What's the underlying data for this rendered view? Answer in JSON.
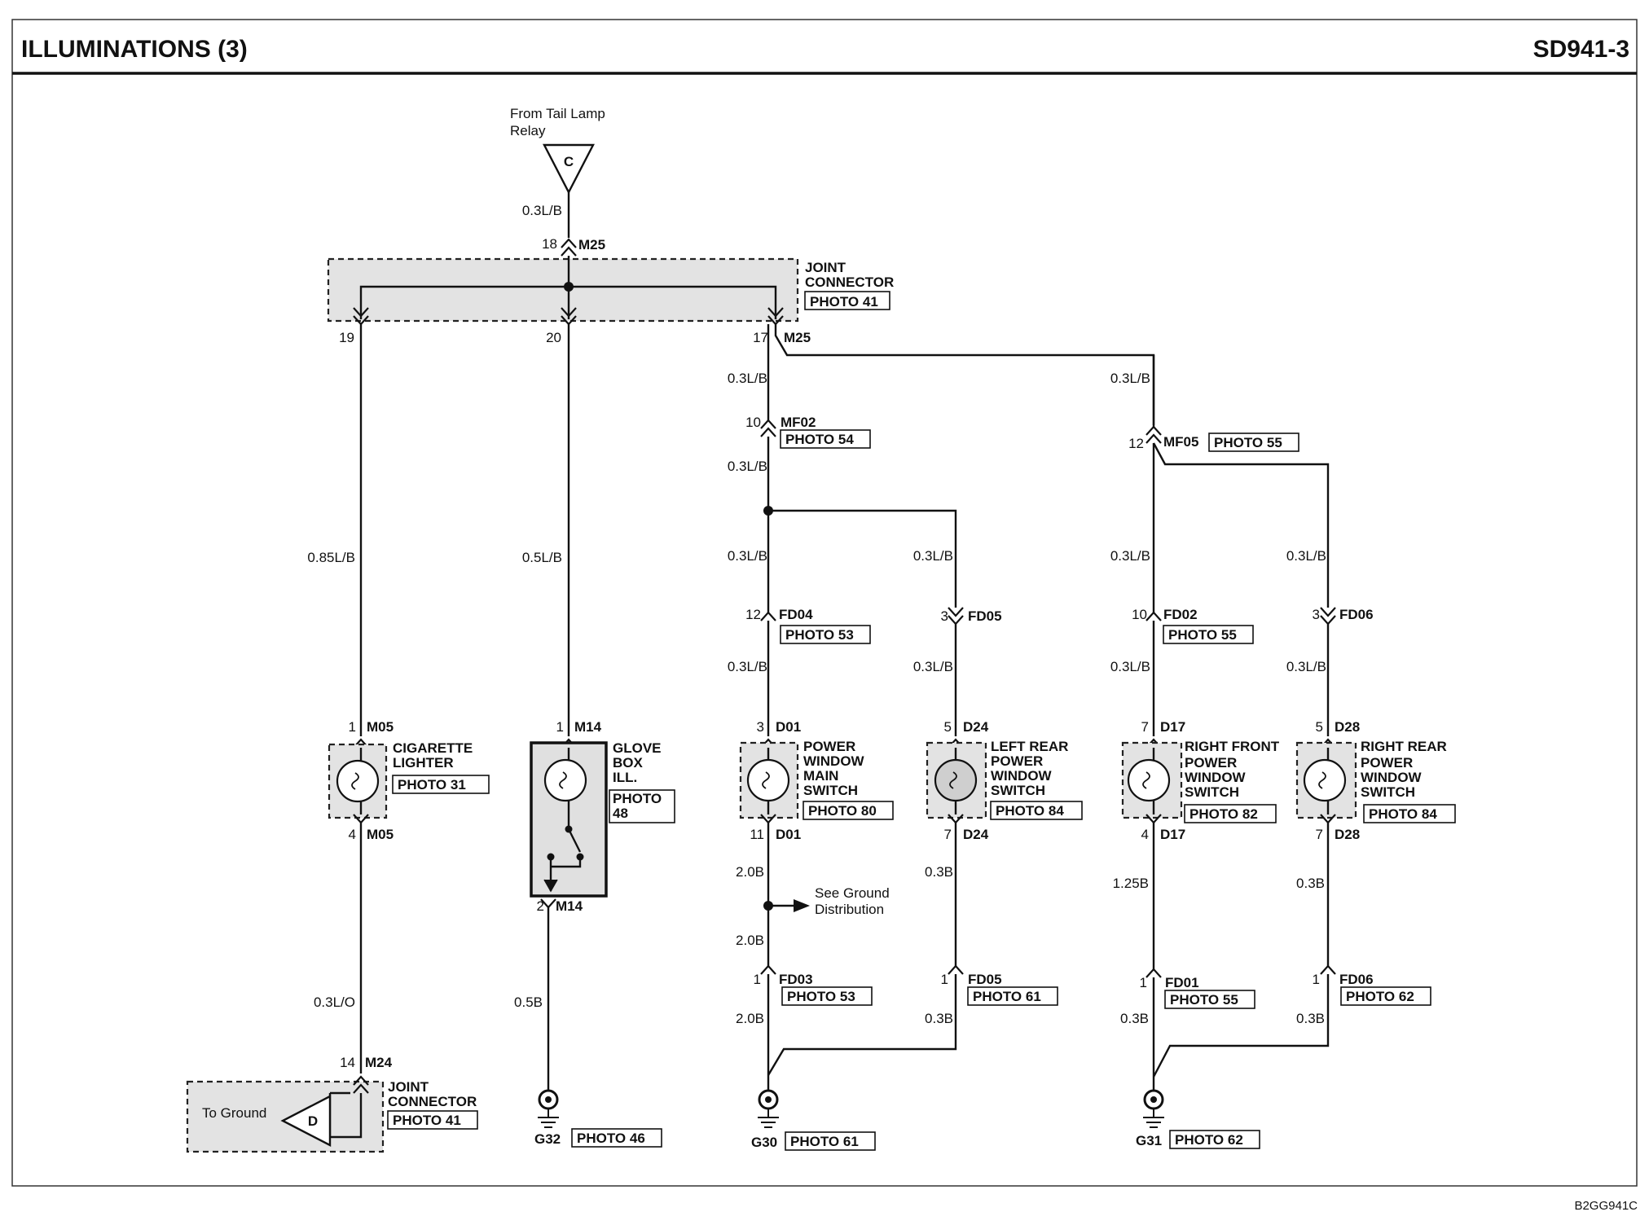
{
  "header": {
    "title": "ILLUMINATIONS (3)",
    "code": "SD941-3"
  },
  "footer": {
    "ref": "B2GG941C"
  },
  "source": {
    "line1": "From Tail Lamp",
    "line2": "Relay",
    "letter": "C"
  },
  "top_connector": {
    "wire": "0.3L/B",
    "pin_in": "18",
    "name": "M25",
    "label1": "JOINT",
    "label2": "CONNECTOR",
    "photo": "PHOTO 41",
    "pins": [
      "19",
      "20",
      "17"
    ],
    "out_name": "M25"
  },
  "branches": {
    "cig": {
      "wire_top": "0.85L/B",
      "pin_top": "1",
      "conn_top": "M05",
      "label1": "CIGARETTE",
      "label2": "LIGHTER",
      "photo": "PHOTO 31",
      "pin_bot": "4",
      "conn_bot": "M05",
      "wire_bot": "0.3L/O",
      "jc_pin": "14",
      "jc_name": "M24",
      "jc_label1": "JOINT",
      "jc_label2": "CONNECTOR",
      "jc_photo": "PHOTO 41",
      "to_ground": "To Ground",
      "letter": "D"
    },
    "glove": {
      "wire_top": "0.5L/B",
      "pin_top": "1",
      "conn_top": "M14",
      "label1": "GLOVE",
      "label2": "BOX",
      "label3": "ILL.",
      "photo1": "PHOTO",
      "photo2": "48",
      "pin_bot": "2",
      "conn_bot": "M14",
      "wire_bot": "0.5B",
      "ground": "G32",
      "ground_photo": "PHOTO 46"
    },
    "main": {
      "wire_a": "0.3L/B",
      "pin_mf": "10",
      "mf": "MF02",
      "mf_photo": "PHOTO 54",
      "wire_b": "0.3L/B",
      "wire_c": "0.3L/B",
      "pin_fd": "12",
      "fd": "FD04",
      "fd_photo": "PHOTO 53",
      "wire_d": "0.3L/B",
      "pin_top": "3",
      "conn_top": "D01",
      "label1": "POWER",
      "label2": "WINDOW",
      "label3": "MAIN",
      "label4": "SWITCH",
      "photo": "PHOTO 80",
      "pin_bot": "11",
      "conn_bot": "D01",
      "wire_e": "2.0B",
      "see1": "See Ground",
      "see2": "Distribution",
      "wire_f": "2.0B",
      "pin_fd2": "1",
      "fd2": "FD03",
      "fd2_photo": "PHOTO 53",
      "wire_g": "2.0B",
      "ground": "G30",
      "ground_photo": "PHOTO 61"
    },
    "lr": {
      "wire_a": "0.3L/B",
      "pin_fd": "3",
      "fd": "FD05",
      "wire_b": "0.3L/B",
      "pin_top": "5",
      "conn_top": "D24",
      "label1": "LEFT REAR",
      "label2": "POWER",
      "label3": "WINDOW",
      "label4": "SWITCH",
      "photo": "PHOTO 84",
      "pin_bot": "7",
      "conn_bot": "D24",
      "wire_c": "0.3B",
      "pin_fd2": "1",
      "fd2": "FD05",
      "fd2_photo": "PHOTO 61",
      "wire_d": "0.3B"
    },
    "rf": {
      "wire_a": "0.3L/B",
      "pin_mf": "12",
      "mf": "MF05",
      "mf_photo": "PHOTO 55",
      "wire_b": "0.3L/B",
      "pin_fd": "10",
      "fd": "FD02",
      "fd_photo": "PHOTO 55",
      "wire_c": "0.3L/B",
      "pin_top": "7",
      "conn_top": "D17",
      "label1": "RIGHT FRONT",
      "label2": "POWER",
      "label3": "WINDOW",
      "label4": "SWITCH",
      "photo": "PHOTO 82",
      "pin_bot": "4",
      "conn_bot": "D17",
      "wire_d": "1.25B",
      "pin_fd2": "1",
      "fd2": "FD01",
      "fd2_photo": "PHOTO 55",
      "wire_e": "0.3B",
      "ground": "G31",
      "ground_photo": "PHOTO 62"
    },
    "rr": {
      "wire_a": "0.3L/B",
      "pin_fd": "3",
      "fd": "FD06",
      "wire_b": "0.3L/B",
      "pin_top": "5",
      "conn_top": "D28",
      "label1": "RIGHT REAR",
      "label2": "POWER",
      "label3": "WINDOW",
      "label4": "SWITCH",
      "photo": "PHOTO 84",
      "pin_bot": "7",
      "conn_bot": "D28",
      "wire_c": "0.3B",
      "pin_fd2": "1",
      "fd2": "FD06",
      "fd2_photo": "PHOTO 62",
      "wire_d": "0.3B"
    }
  }
}
